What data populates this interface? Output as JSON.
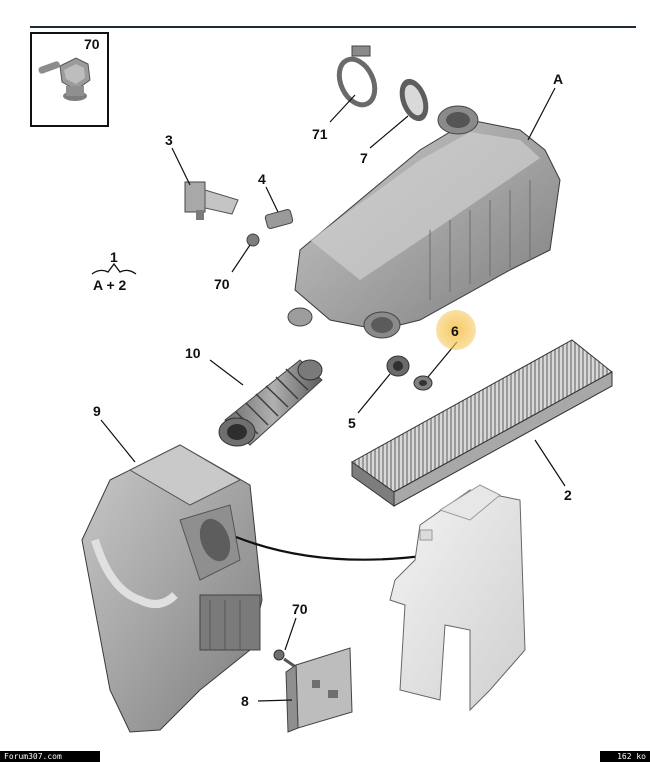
{
  "callouts": {
    "p70_box": "70",
    "p71": "71",
    "p7": "7",
    "pA": "A",
    "p3": "3",
    "p4": "4",
    "p1": "1",
    "p1_sub": "A + 2",
    "p70_mid": "70",
    "p6": "6",
    "p10": "10",
    "p5": "5",
    "p9": "9",
    "p2": "2",
    "p70_low": "70",
    "p8": "8"
  },
  "footer": {
    "left": "Forum307.com",
    "right": "162 ko"
  },
  "colors": {
    "highlight": "#f6c75a",
    "part_grey": "#a9a9a9",
    "part_light": "#e8e8e8",
    "rule": "#1e2a38"
  }
}
